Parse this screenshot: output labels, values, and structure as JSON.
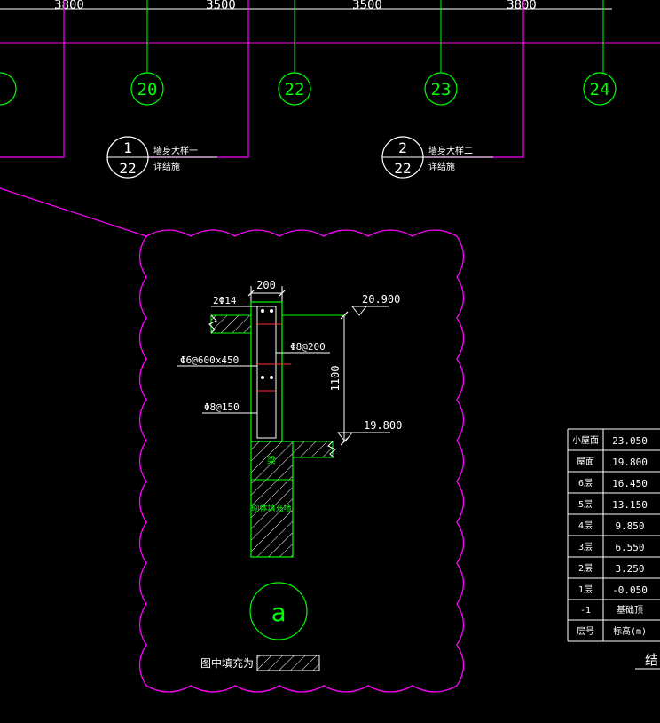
{
  "dimensions": [
    "3800",
    "3500",
    "3500",
    "3800"
  ],
  "axes": [
    "20",
    "22",
    "23",
    "24"
  ],
  "detail_refs": [
    {
      "num": "1",
      "sheet": "22",
      "note1": "墙身大样一",
      "note2": "详结施"
    },
    {
      "num": "2",
      "sheet": "22",
      "note1": "墙身大样二",
      "note2": "详结施"
    }
  ],
  "detail": {
    "width_dim": "200",
    "rebar_top": "2Φ14",
    "rebar_tie": "Φ6@600x450",
    "rebar_left": "Φ8@150",
    "rebar_right": "Φ8@200",
    "height_dim": "1100",
    "elev_top": "20.900",
    "elev_bottom": "19.800",
    "beam_label": "梁",
    "wall_label": "砌体填充墙",
    "section_tag": "a",
    "fill_label": "图中填充为"
  },
  "level_table": {
    "rows": [
      {
        "floor": "小屋面",
        "elev": "23.050"
      },
      {
        "floor": "屋面",
        "elev": "19.800"
      },
      {
        "floor": "6层",
        "elev": "16.450"
      },
      {
        "floor": "5层",
        "elev": "13.150"
      },
      {
        "floor": "4层",
        "elev": "9.850"
      },
      {
        "floor": "3层",
        "elev": "6.550"
      },
      {
        "floor": "2层",
        "elev": "3.250"
      },
      {
        "floor": "1层",
        "elev": "-0.050"
      },
      {
        "floor": "-1",
        "elev": "基础顶"
      },
      {
        "floor": "层号",
        "elev": "标高(m)"
      }
    ],
    "footer": "结"
  }
}
